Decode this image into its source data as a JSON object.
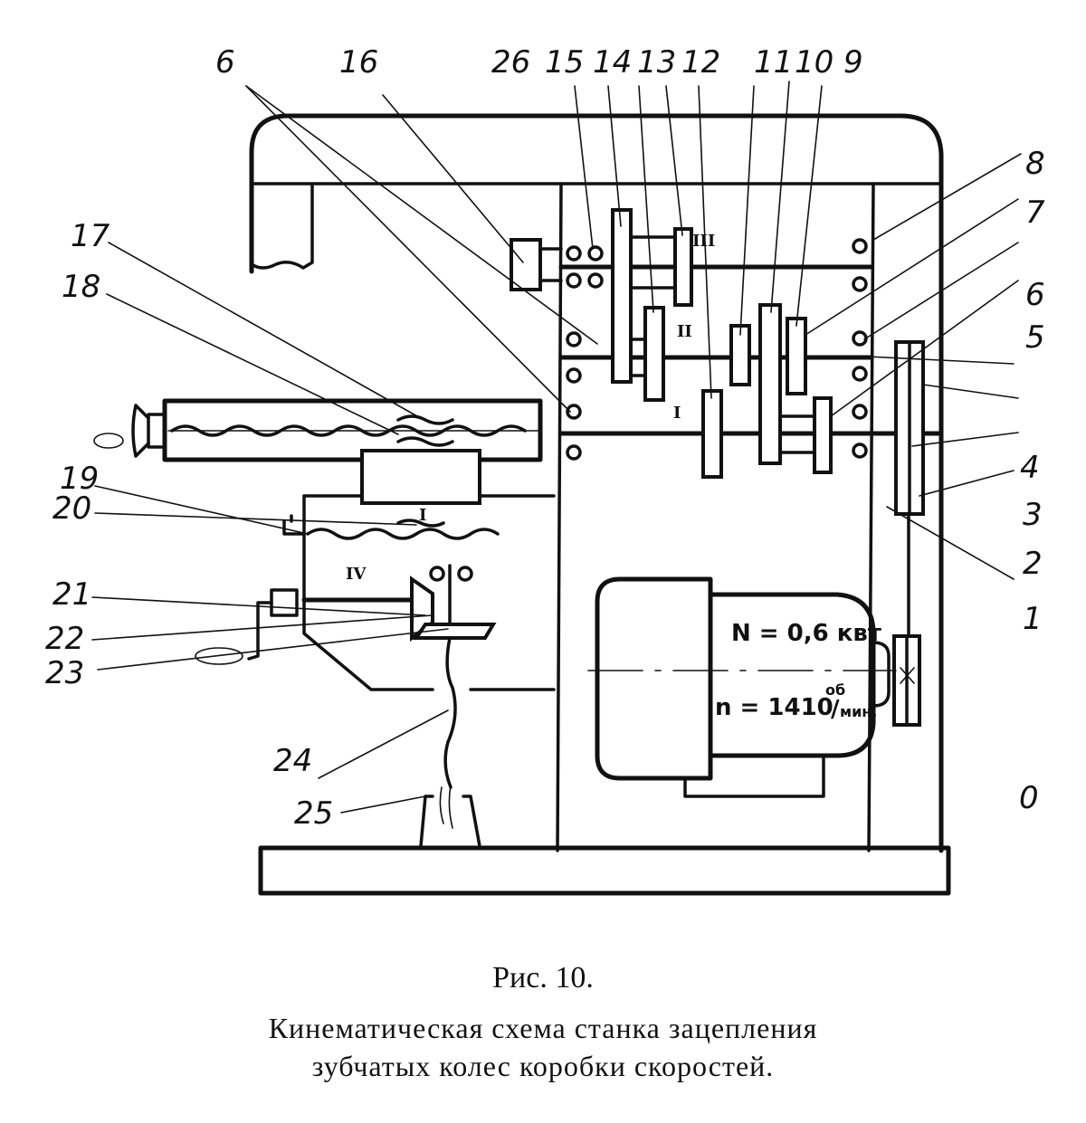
{
  "figure": {
    "number": "Рис. 10.",
    "caption_line1": "Кинематическая схема станка зацепления",
    "caption_line2": "зубчатых колес коробки скоростей."
  },
  "motor": {
    "power": "N = 0,6 квт",
    "speed_prefix": "n = 1410",
    "speed_unit_top": "об",
    "speed_unit_bottom": "мин."
  },
  "shaft_labels": {
    "I": "I",
    "II": "II",
    "III": "III",
    "IV": "IV",
    "feed": "I"
  },
  "callouts": [
    {
      "id": "top-6",
      "text": "6"
    },
    {
      "id": "top-16",
      "text": "16"
    },
    {
      "id": "top-26",
      "text": "26"
    },
    {
      "id": "top-15",
      "text": "15"
    },
    {
      "id": "top-14",
      "text": "14"
    },
    {
      "id": "top-13",
      "text": "13"
    },
    {
      "id": "top-12",
      "text": "12"
    },
    {
      "id": "top-11",
      "text": "11"
    },
    {
      "id": "top-10",
      "text": "10"
    },
    {
      "id": "top-9",
      "text": "9"
    },
    {
      "id": "right-8",
      "text": "8"
    },
    {
      "id": "right-7",
      "text": "7"
    },
    {
      "id": "right-6",
      "text": "6"
    },
    {
      "id": "right-5",
      "text": "5"
    },
    {
      "id": "right-4",
      "text": "4"
    },
    {
      "id": "right-3",
      "text": "3"
    },
    {
      "id": "right-2",
      "text": "2"
    },
    {
      "id": "right-1",
      "text": "1"
    },
    {
      "id": "right-0",
      "text": "0"
    },
    {
      "id": "left-17",
      "text": "17"
    },
    {
      "id": "left-18",
      "text": "18"
    },
    {
      "id": "left-19",
      "text": "19"
    },
    {
      "id": "left-20",
      "text": "20"
    },
    {
      "id": "left-21",
      "text": "21"
    },
    {
      "id": "left-22",
      "text": "22"
    },
    {
      "id": "left-23",
      "text": "23"
    },
    {
      "id": "bottom-24",
      "text": "24"
    },
    {
      "id": "bottom-25",
      "text": "25"
    }
  ]
}
